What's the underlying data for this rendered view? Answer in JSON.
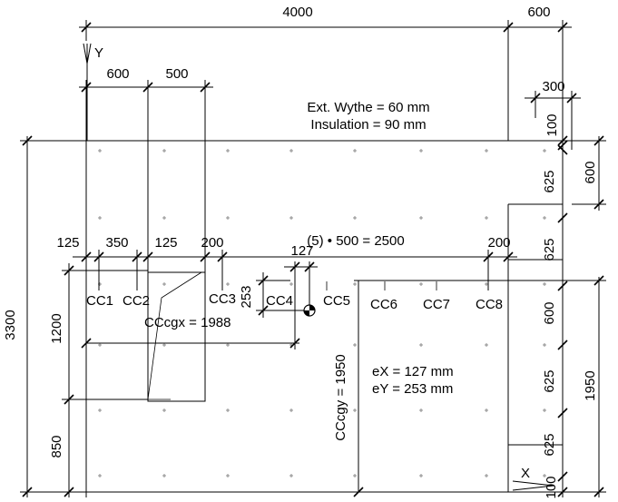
{
  "dims": {
    "overall_width": "4000",
    "right_overhang": "600",
    "top_left_600": "600",
    "top_left_500": "500",
    "right_300": "300",
    "right_100_top": "100",
    "right_625_a": "625",
    "right_600": "600",
    "right_625_b": "625",
    "right_600_b": "600",
    "right_625_c": "625",
    "right_625_d": "625",
    "right_100_bottom": "100",
    "right_1950": "1950",
    "left_3300": "3300",
    "left_1200": "1200",
    "left_850": "850",
    "row_125_a": "125",
    "row_350": "350",
    "row_125_b": "125",
    "row_200_a": "200",
    "row_127": "127",
    "row_200_b": "200",
    "cc3_253": "253"
  },
  "labels": {
    "axis_y": "Y",
    "axis_x": "X",
    "ext_wythe": "Ext. Wythe = 60 mm",
    "insulation": "Insulation = 90 mm",
    "spacing": "(5) • 500 = 2500",
    "ccgx": "CCcgx = 1988",
    "ccgy": "CCcgy = 1950",
    "ex": "eX = 127 mm",
    "ey": "eY = 253 mm"
  },
  "connectors": [
    "CC1",
    "CC2",
    "CC3",
    "CC4",
    "CC5",
    "CC6",
    "CC7",
    "CC8"
  ]
}
